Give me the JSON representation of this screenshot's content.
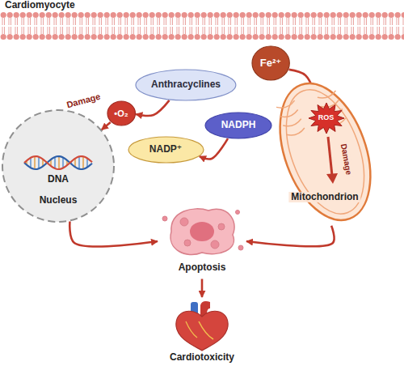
{
  "diagram": {
    "nodes": [
      {
        "text": [
          "Anthracyclines"
        ]
      },
      {
        "text": [
          "Fe²⁺"
        ]
      },
      {
        "text": [
          "•O₂"
        ]
      },
      {
        "text": [
          "NADPH"
        ]
      },
      {
        "text": [
          "NADP⁺"
        ]
      },
      {
        "text": [
          "DNA",
          "Nucleus"
        ]
      },
      {
        "text": [
          "Mitochondrion"
        ]
      },
      {
        "text": [
          "ROS"
        ],
        "in": 6
      },
      {
        "text": [
          "Apoptosis"
        ]
      },
      {
        "text": [
          "Cardiotoxicity"
        ]
      }
    ],
    "edges": [
      {
        "from": 0,
        "to": 2,
        "arrow": "to"
      },
      {
        "from": 3,
        "to": 4,
        "arrow": "to"
      },
      {
        "from": 2,
        "to": 5,
        "label": "Damage",
        "arrow": "to"
      },
      {
        "from": 1,
        "to": 7,
        "arrow": "to"
      },
      {
        "from": 5,
        "to": 8,
        "arrow": "to"
      },
      {
        "from": 6,
        "to": 8,
        "arrow": "to"
      },
      {
        "from": 8,
        "to": 9,
        "arrow": "to"
      }
    ],
    "labels": [
      "Cardiomyocyte",
      "Damage"
    ]
  }
}
